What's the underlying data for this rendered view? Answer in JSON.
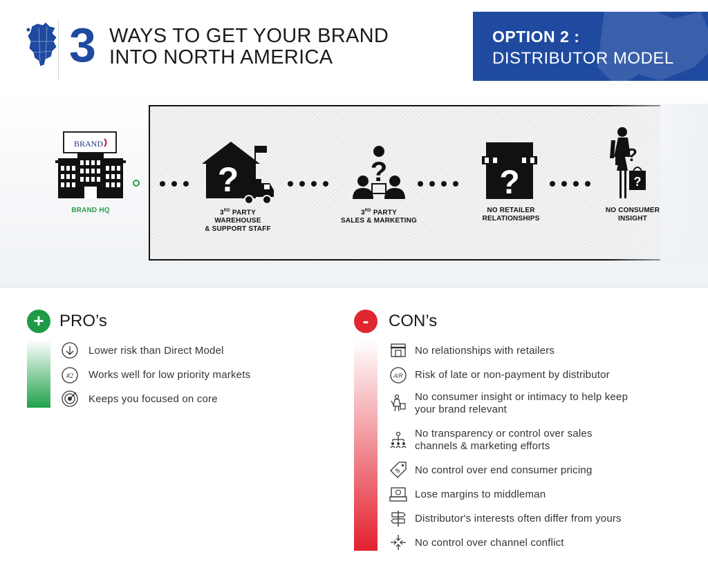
{
  "header": {
    "number": "3",
    "title_line1": "WAYS TO GET YOUR BRAND",
    "title_line2": "INTO NORTH AMERICA",
    "option_line1": "OPTION 2 :",
    "option_line2": "DISTRIBUTOR MODEL",
    "accent_color": "#1f4aa0"
  },
  "flow": {
    "brand_sign": "BRAND",
    "hq_label": "BRAND HQ",
    "nodes": [
      {
        "label_line1": "3",
        "label_sup": "RD",
        "label_line1_rest": " PARTY",
        "label_line2": "WAREHOUSE",
        "label_line3": "& SUPPORT STAFF"
      },
      {
        "label_line1": "3",
        "label_sup": "RD",
        "label_line1_rest": " PARTY",
        "label_line2": "SALES & MARKETING"
      },
      {
        "label_line1": "NO RETAILER",
        "label_line2": "RELATIONSHIPS"
      },
      {
        "label_line1": "NO CONSUMER",
        "label_line2": "INSIGHT"
      }
    ],
    "hq_color": "#2a9d47"
  },
  "pros": {
    "title": "PRO’s",
    "symbol": "+",
    "color": "#1f9b48",
    "items": [
      {
        "icon": "down-arrow-circle-icon",
        "text": "Lower risk than Direct Model"
      },
      {
        "icon": "number-two-icon",
        "icon_text": "#2",
        "text": "Works well for low priority markets"
      },
      {
        "icon": "target-icon",
        "text": "Keeps you focused on core"
      }
    ]
  },
  "cons": {
    "title": "CON’s",
    "symbol": "-",
    "color": "#e02630",
    "items": [
      {
        "icon": "storefront-icon",
        "text": "No relationships with retailers"
      },
      {
        "icon": "ar-circle-icon",
        "icon_text": "A/R",
        "text": "Risk of late or non-payment by distributor"
      },
      {
        "icon": "shopper-icon",
        "text_line1": "No consumer insight or intimacy to help keep",
        "text_line2": "your brand relevant"
      },
      {
        "icon": "org-chart-icon",
        "text_line1": "No transparency or control over sales",
        "text_line2": "channels & marketing efforts"
      },
      {
        "icon": "price-tag-icon",
        "text": "No control over end consumer pricing"
      },
      {
        "icon": "cash-register-icon",
        "text": "Lose margins to middleman"
      },
      {
        "icon": "signpost-icon",
        "text": "Distributor's interests often differ from yours"
      },
      {
        "icon": "conflict-arrows-icon",
        "text": "No control over channel conflict"
      }
    ]
  }
}
